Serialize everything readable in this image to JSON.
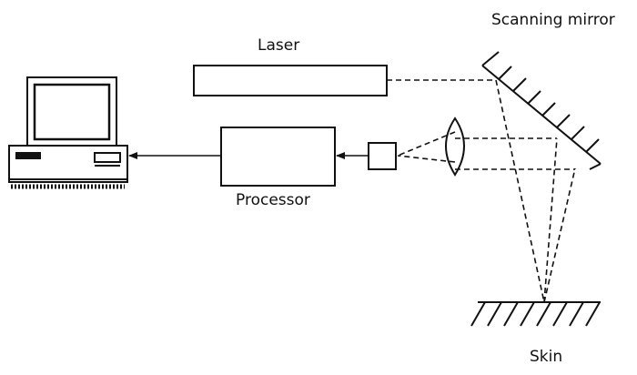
{
  "labels": {
    "laser": "Laser",
    "scanning_mirror": "Scanning mirror",
    "processor": "Processor",
    "skin": "Skin"
  },
  "colors": {
    "ink": "#111111",
    "background": "#ffffff"
  }
}
